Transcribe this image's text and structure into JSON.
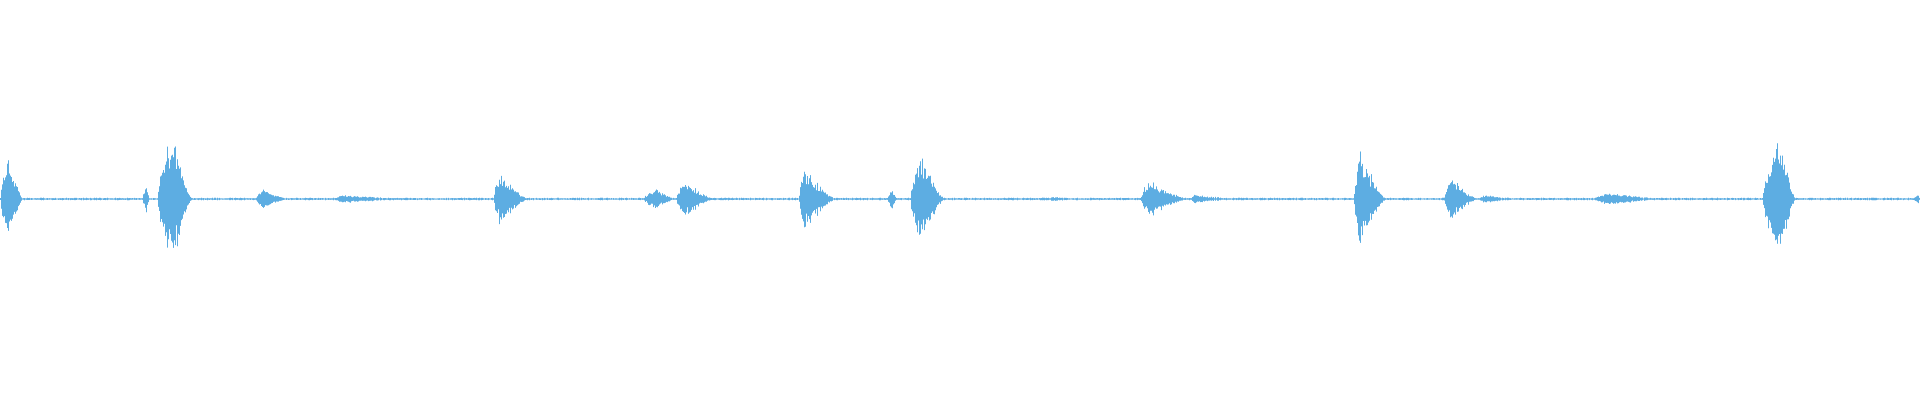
{
  "waveform": {
    "color": "#5dade2",
    "background": "#ffffff",
    "duration_fraction_axis": "horizontal",
    "baseline_amplitude": 0.006,
    "segments": [
      {
        "start": 0.0,
        "end": 0.012,
        "peak": 0.22,
        "attack": 0.35
      },
      {
        "start": 0.074,
        "end": 0.078,
        "peak": 0.06,
        "attack": 0.5
      },
      {
        "start": 0.082,
        "end": 0.1,
        "peak": 0.34,
        "attack": 0.45
      },
      {
        "start": 0.133,
        "end": 0.15,
        "peak": 0.05,
        "attack": 0.25
      },
      {
        "start": 0.174,
        "end": 0.22,
        "peak": 0.02,
        "attack": 0.1
      },
      {
        "start": 0.257,
        "end": 0.275,
        "peak": 0.13,
        "attack": 0.2
      },
      {
        "start": 0.335,
        "end": 0.352,
        "peak": 0.05,
        "attack": 0.4
      },
      {
        "start": 0.352,
        "end": 0.372,
        "peak": 0.09,
        "attack": 0.25
      },
      {
        "start": 0.416,
        "end": 0.436,
        "peak": 0.15,
        "attack": 0.15
      },
      {
        "start": 0.462,
        "end": 0.467,
        "peak": 0.05,
        "attack": 0.5
      },
      {
        "start": 0.474,
        "end": 0.492,
        "peak": 0.22,
        "attack": 0.35
      },
      {
        "start": 0.535,
        "end": 0.565,
        "peak": 0.01,
        "attack": 0.5
      },
      {
        "start": 0.594,
        "end": 0.62,
        "peak": 0.09,
        "attack": 0.15
      },
      {
        "start": 0.62,
        "end": 0.65,
        "peak": 0.02,
        "attack": 0.05
      },
      {
        "start": 0.705,
        "end": 0.722,
        "peak": 0.24,
        "attack": 0.2
      },
      {
        "start": 0.752,
        "end": 0.77,
        "peak": 0.11,
        "attack": 0.2
      },
      {
        "start": 0.77,
        "end": 0.795,
        "peak": 0.02,
        "attack": 0.1
      },
      {
        "start": 0.83,
        "end": 0.87,
        "peak": 0.03,
        "attack": 0.2
      },
      {
        "start": 0.918,
        "end": 0.935,
        "peak": 0.31,
        "attack": 0.55
      },
      {
        "start": 0.997,
        "end": 1.0,
        "peak": 0.03,
        "attack": 0.5
      }
    ]
  }
}
